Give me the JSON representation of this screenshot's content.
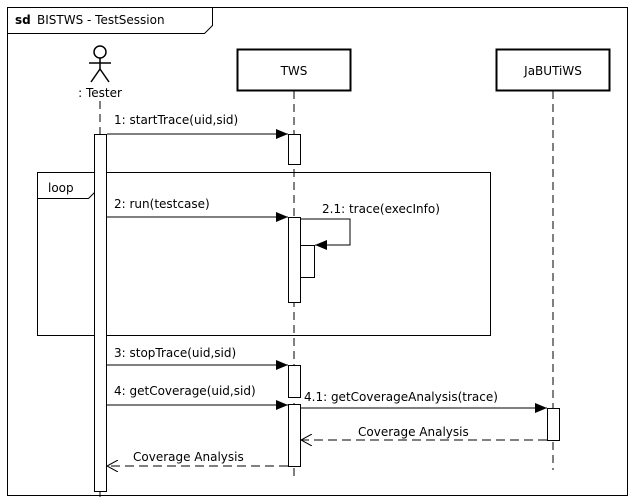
{
  "frame": {
    "keyword": "sd",
    "name": "BISTWS - TestSession"
  },
  "actor": {
    "label": ": Tester",
    "icon": "stick-figure-icon"
  },
  "lifelines": {
    "tws": "TWS",
    "jabuti": "JaBUTiWS"
  },
  "fragment": {
    "operator": "loop"
  },
  "messages": {
    "m1": "1: startTrace(uid,sid)",
    "m2": "2: run(testcase)",
    "m21": "2.1: trace(execInfo)",
    "m3": "3: stopTrace(uid,sid)",
    "m4": "4: getCoverage(uid,sid)",
    "m41": "4.1: getCoverageAnalysis(trace)",
    "r41": "Coverage Analysis",
    "r4": "Coverage Analysis"
  },
  "colors": {
    "line": "#000000",
    "background": "#ffffff"
  }
}
